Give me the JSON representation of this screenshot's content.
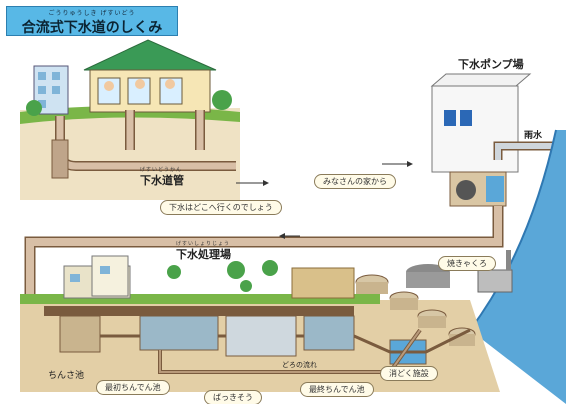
{
  "title": {
    "ruby": "ごうりゅうしき げすいどう",
    "text": "合流式下水道のしくみ"
  },
  "labels": {
    "sewer_pipe": "下水道管",
    "sewer_pipe_ruby": "げすいどうかん",
    "pump_station": "下水ポンプ場",
    "rainwater": "雨水",
    "from_homes": "みなさんの家から",
    "where_does_it_go": "下水はどこへ行くのでしょう",
    "treatment_plant": "下水処理場",
    "treatment_plant_ruby": "げすいしょりじょう",
    "incinerator": "焼きゃくろ",
    "grit_chamber": "ちんさ池",
    "primary_settling": "最初ちんでん池",
    "aeration_tank": "ばっきそう",
    "final_settling": "最終ちんでん池",
    "disinfection": "消どく施設",
    "water_flow": "どろの流れ"
  },
  "colors": {
    "title_bg": "#58b8e6",
    "ground": "#e3cfa6",
    "pipe": "#d8bfa6",
    "pipe_edge": "#7a5b3e",
    "water": "#5aa7d8",
    "grass": "#7ab648"
  }
}
